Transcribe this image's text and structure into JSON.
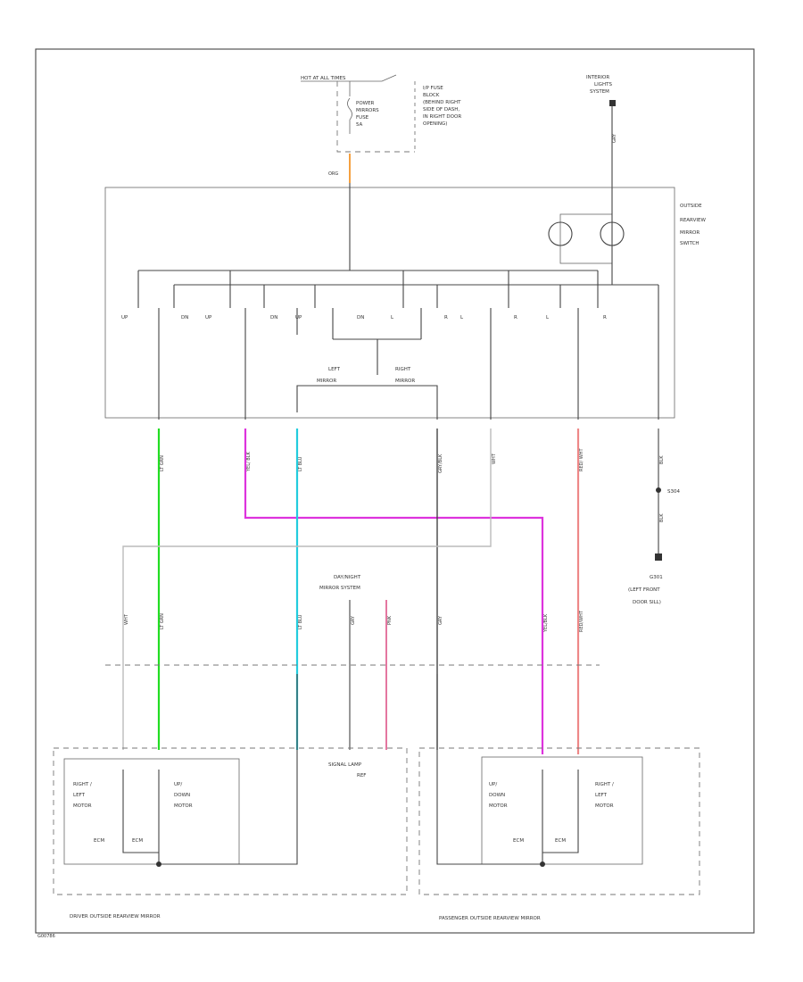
{
  "power": {
    "hot_label": "HOT AT ALL TIMES",
    "fuse_label": [
      "POWER",
      "MIRRORS",
      "FUSE",
      "5A"
    ],
    "fuse_block_note": [
      "I/P FUSE",
      "BLOCK",
      "(BEHIND RIGHT",
      "SIDE OF DASH,",
      "IN RIGHT DOOR",
      "OPENING)"
    ],
    "fuse_wire": "ORG"
  },
  "interior_lights_switch": [
    "INTERIOR",
    "LIGHTS",
    "SYSTEM"
  ],
  "interior_wire": "GRY",
  "switch_title": [
    "OUTSIDE",
    "REARVIEW",
    "MIRROR",
    "SWITCH"
  ],
  "direction_labels": [
    "UP",
    "DN",
    "UP",
    "DN",
    "UP",
    "DN",
    "L",
    "R",
    "L",
    "R",
    "L",
    "R"
  ],
  "selector": {
    "left": [
      "LEFT",
      "MIRROR"
    ],
    "right": [
      "RIGHT",
      "MIRROR"
    ]
  },
  "connector_wires": [
    {
      "code": "LT GRN",
      "color": "#22dd22"
    },
    {
      "code": "YEL/ BLK",
      "color": "#dd33dd"
    },
    {
      "code": "LT BLU",
      "color": "#22ccdd"
    },
    {
      "code": "GRY/BLK",
      "color": "#444444"
    },
    {
      "code": "WHT",
      "color": "#bbbbbb"
    },
    {
      "code": "RED/ WHT",
      "color": "#ee8888"
    }
  ],
  "ground": {
    "wire": "BLK",
    "splice": "S304",
    "ground_id": "G301",
    "location": [
      "(LEFT FRONT",
      "DOOR SILL)"
    ]
  },
  "signal_ref": {
    "title": [
      "DAY/NIGHT",
      "MIRROR SYSTEM"
    ],
    "wires": [
      "GRY",
      "PNK"
    ]
  },
  "driver_wires": [
    "WHT",
    "LT GRN",
    "LT BLU"
  ],
  "passenger_wires": [
    "GRY",
    "YEL/BLK",
    "RED/WHT"
  ],
  "signal_lamp_ref": [
    "SIGNAL LAMP",
    "REF"
  ],
  "driver_mirror": {
    "title": "DRIVER OUTSIDE REARVIEW MIRROR",
    "motor_right_left": [
      "RIGHT /",
      "LEFT",
      "MOTOR"
    ],
    "motor_up_down": [
      "UP/",
      "DOWN",
      "MOTOR"
    ],
    "ecm1": "ECM",
    "ecm2": "ECM"
  },
  "passenger_mirror": {
    "title": "PASSENGER OUTSIDE REARVIEW MIRROR",
    "motor_up_down": [
      "UP/",
      "DOWN",
      "MOTOR"
    ],
    "motor_right_left": [
      "RIGHT /",
      "LEFT",
      "MOTOR"
    ],
    "ecm1": "ECM",
    "ecm2": "ECM"
  },
  "footer_code": "G00786"
}
